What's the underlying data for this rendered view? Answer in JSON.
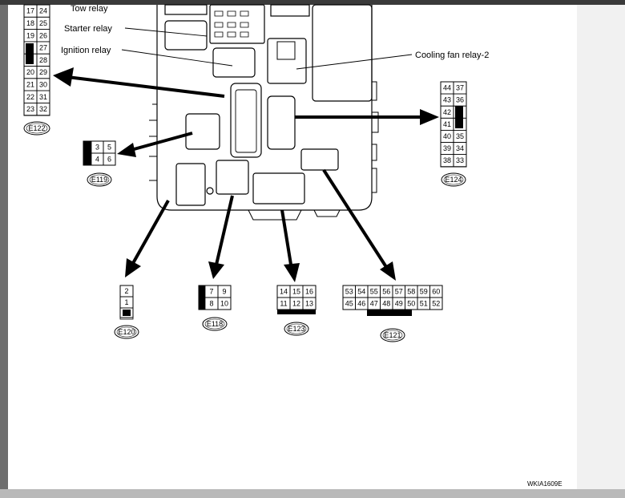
{
  "labels": {
    "tow_relay": "Tow relay",
    "starter_relay": "Starter relay",
    "ignition_relay": "Ignition relay",
    "cooling_fan_relay_2": "Cooling fan relay-2",
    "figure_ref": "WKIA1609E"
  },
  "connectors": {
    "e122": {
      "name": "E122",
      "rows": [
        [
          "17",
          "24"
        ],
        [
          "18",
          "25"
        ],
        [
          "19",
          "26"
        ],
        [
          "",
          "27"
        ],
        [
          "",
          "28"
        ],
        [
          "20",
          "29"
        ],
        [
          "21",
          "30"
        ],
        [
          "22",
          "31"
        ],
        [
          "23",
          "32"
        ]
      ]
    },
    "e119": {
      "name": "E119",
      "rows": [
        [
          "3",
          "5"
        ],
        [
          "4",
          "6"
        ]
      ]
    },
    "e124": {
      "name": "E124",
      "rows": [
        [
          "44",
          "37"
        ],
        [
          "43",
          "36"
        ],
        [
          "42",
          ""
        ],
        [
          "41",
          ""
        ],
        [
          "40",
          "35"
        ],
        [
          "39",
          "34"
        ],
        [
          "38",
          "33"
        ]
      ]
    },
    "e120": {
      "name": "E120",
      "rows": [
        [
          "2"
        ],
        [
          "1"
        ],
        [
          ""
        ]
      ]
    },
    "e118": {
      "name": "E118",
      "rows": [
        [
          "7",
          "9"
        ],
        [
          "8",
          "10"
        ]
      ]
    },
    "e123": {
      "name": "E123",
      "rows": [
        [
          "14",
          "15",
          "16"
        ],
        [
          "11",
          "12",
          "13"
        ]
      ]
    },
    "e121": {
      "name": "E121",
      "rows": [
        [
          "53",
          "54",
          "55",
          "56",
          "57",
          "58",
          "59",
          "60"
        ],
        [
          "45",
          "46",
          "47",
          "48",
          "49",
          "50",
          "51",
          "52"
        ]
      ]
    }
  }
}
